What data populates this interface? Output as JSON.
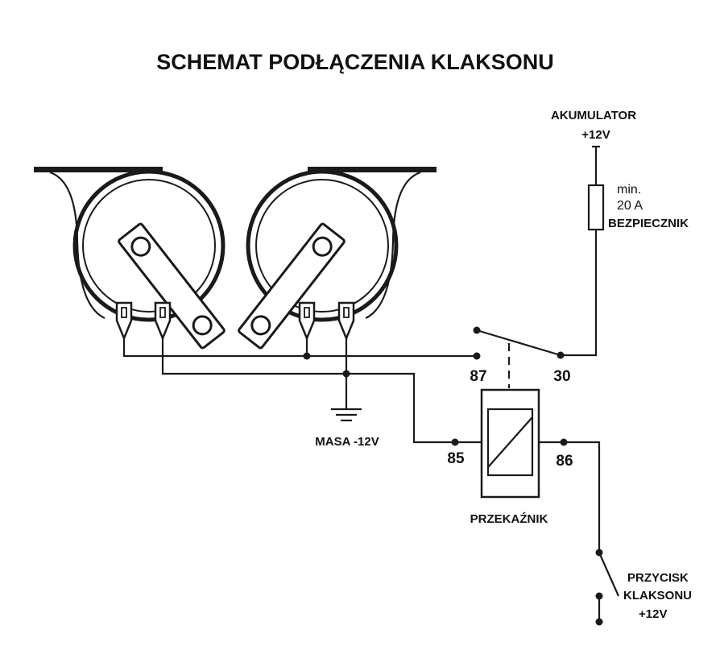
{
  "title": "SCHEMAT PODŁĄCZENIA KLAKSONU",
  "battery": {
    "label": "AKUMULATOR",
    "voltage": "+12V"
  },
  "fuse": {
    "line1": "min.",
    "line2": "20 A",
    "label": "BEZPIECZNIK"
  },
  "ground": {
    "label": "MASA -12V"
  },
  "relay": {
    "label": "PRZEKAŹNIK",
    "pins": {
      "p87": "87",
      "p30": "30",
      "p85": "85",
      "p86": "86"
    }
  },
  "button": {
    "line1": "PRZYCISK",
    "line2": "KLAKSONU",
    "line3": "+12V"
  },
  "colors": {
    "ink": "#1a1a1a",
    "background": "#ffffff"
  }
}
